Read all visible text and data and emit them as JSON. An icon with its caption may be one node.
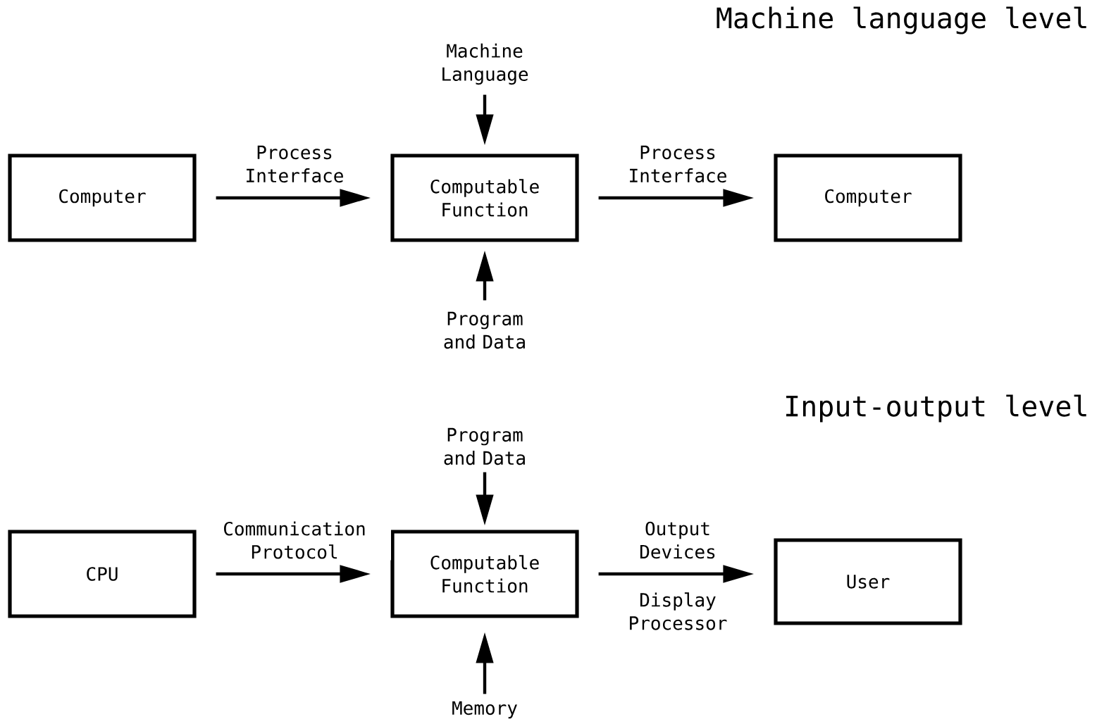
{
  "diagram": {
    "nodes": [
      {
        "text": [
          "Machine Language"
        ]
      },
      {
        "text": [
          "Computer"
        ]
      },
      {
        "text": [
          "Computable Function"
        ]
      },
      {
        "text": [
          "Computer"
        ]
      },
      {
        "text": [
          "Program and Data"
        ]
      },
      {
        "text": [
          "Program and Data"
        ]
      },
      {
        "text": [
          "CPU"
        ]
      },
      {
        "text": [
          "Computable Function"
        ]
      },
      {
        "text": [
          "User"
        ]
      },
      {
        "text": [
          "Memory"
        ]
      }
    ],
    "edges": [
      {
        "from": 0,
        "to": 2,
        "arrow": "to"
      },
      {
        "from": 1,
        "to": 2,
        "arrow": "to",
        "label": "Process Interface"
      },
      {
        "from": 2,
        "to": 3,
        "arrow": "to",
        "label": "Process Interface"
      },
      {
        "from": 4,
        "to": 2,
        "arrow": "to"
      },
      {
        "from": 5,
        "to": 7,
        "arrow": "to"
      },
      {
        "from": 6,
        "to": 7,
        "arrow": "to",
        "label": "Communication Protocol"
      },
      {
        "from": 7,
        "to": 8,
        "arrow": "to",
        "label": "Output Devices"
      },
      {
        "from": 9,
        "to": 7,
        "arrow": "to"
      }
    ],
    "labels": [
      "Machine language level",
      "Input-output level",
      "Display Processor"
    ]
  }
}
